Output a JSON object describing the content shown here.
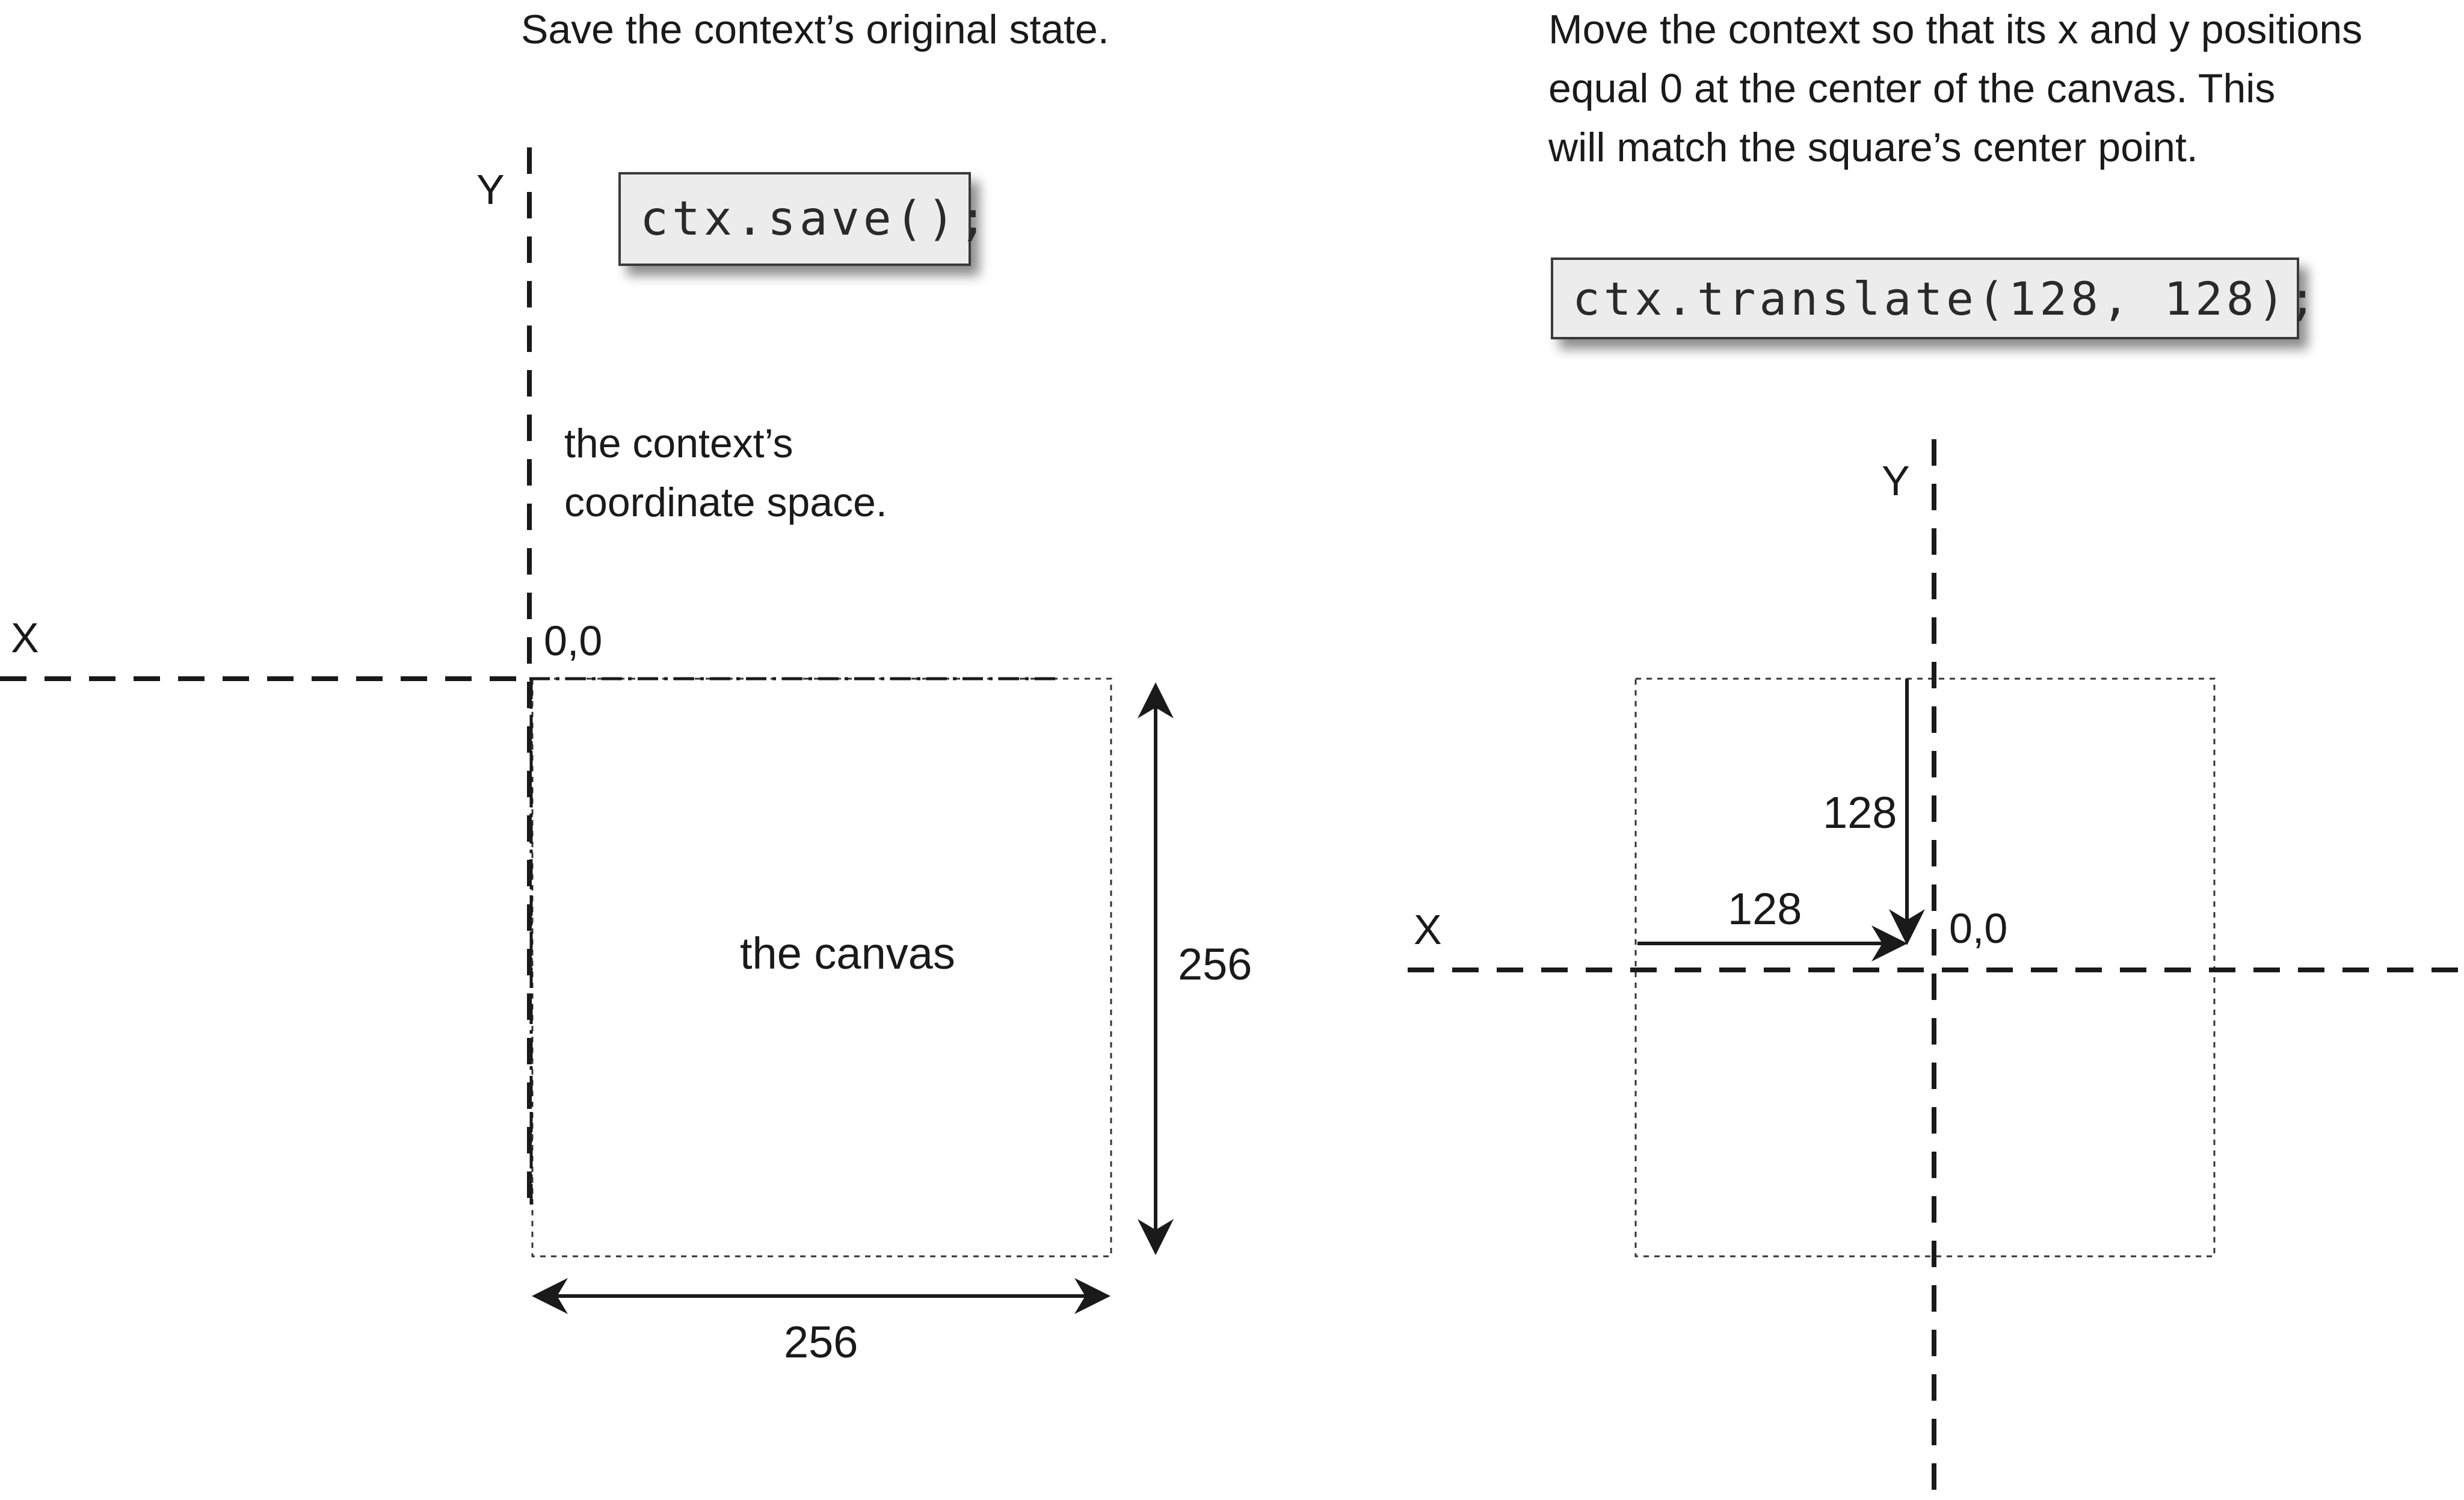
{
  "left": {
    "caption": "Save the context’s original state.",
    "code": "ctx.save();",
    "y_axis_label": "Y",
    "x_axis_label": "X",
    "origin_label": "0,0",
    "coord_space_label_line1": "the context’s",
    "coord_space_label_line2": "coordinate space.",
    "canvas_label": "the canvas",
    "width_label": "256",
    "height_label": "256"
  },
  "right": {
    "caption_line1": "Move the context so that its x and y positions",
    "caption_line2": "equal 0 at the center of the canvas. This",
    "caption_line3": "will match the square’s center point.",
    "code": "ctx.translate(128, 128);",
    "y_axis_label": "Y",
    "x_axis_label": "X",
    "origin_label": "0,0",
    "x_offset_label": "128",
    "y_offset_label": "128"
  }
}
